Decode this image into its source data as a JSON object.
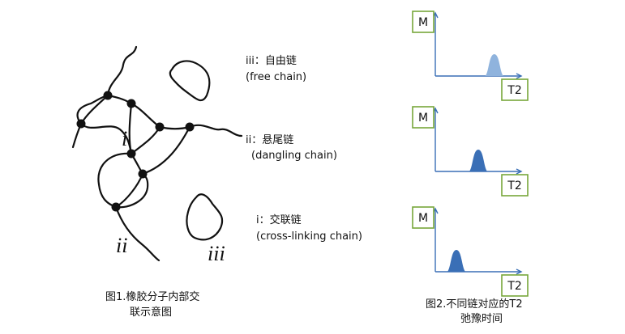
{
  "figure1": {
    "caption_line1": "图1.橡胶分子内部交",
    "caption_line2": "联示意图",
    "marker_i": "i",
    "marker_ii": "ii",
    "marker_iii": "iii"
  },
  "legend": {
    "free": {
      "cn": "iii：自由链",
      "en": "(free chain)"
    },
    "dangling": {
      "cn": "ii：悬尾链",
      "en": "(dangling chain)"
    },
    "crosslink": {
      "cn": "i：交联链",
      "en": "(cross-linking chain)"
    }
  },
  "figure2": {
    "caption_line1": "图2.不同链对应的T2",
    "caption_line2": "弛豫时间",
    "panels": [
      {
        "id": "free",
        "y_label": "M",
        "x_label": "T2",
        "peak_position": 0.72,
        "color": "#8fb3dd"
      },
      {
        "id": "dangling",
        "y_label": "M",
        "x_label": "T2",
        "peak_position": 0.5,
        "color": "#3a6fb6"
      },
      {
        "id": "crosslink",
        "y_label": "M",
        "x_label": "T2",
        "peak_position": 0.2,
        "color": "#3a6fb6"
      }
    ]
  },
  "colors": {
    "box_border": "#77a63a",
    "axis": "#3a6fb6",
    "chain": "#111111"
  }
}
